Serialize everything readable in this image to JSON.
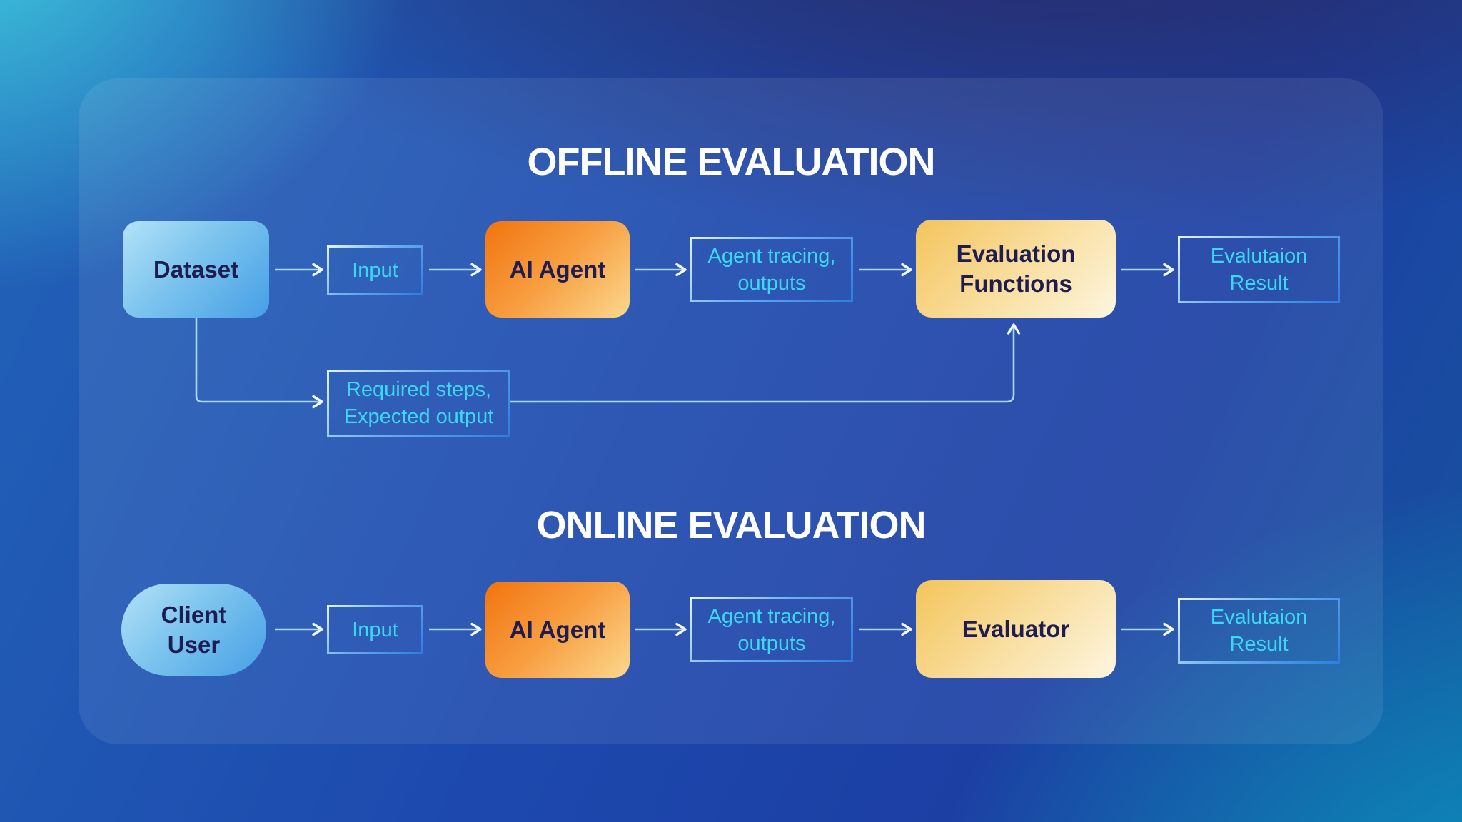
{
  "offline": {
    "title": "OFFLINE EVALUATION",
    "dataset": "Dataset",
    "input": "Input",
    "ai_agent": "AI Agent",
    "agent_tracing": [
      "Agent tracing,",
      "outputs"
    ],
    "eval_functions": [
      "Evaluation",
      "Functions"
    ],
    "eval_result": [
      "Evalutaion",
      "Result"
    ],
    "required_steps": [
      "Required steps,",
      "Expected output"
    ]
  },
  "online": {
    "title": "ONLINE EVALUATION",
    "client_user": [
      "Client",
      "User"
    ],
    "input": "Input",
    "ai_agent": "AI Agent",
    "agent_tracing": [
      "Agent tracing,",
      "outputs"
    ],
    "evaluator": "Evaluator",
    "eval_result": [
      "Evalutaion",
      "Result"
    ]
  },
  "colors": {
    "accent_cyan": "#3bd7f3",
    "text_navy": "#1f1c51",
    "title_white": "#ffffff",
    "node_blue_start": "#b3e2f8",
    "node_blue_end": "#459fe6",
    "node_orange_start": "#f1740e",
    "node_orange_end": "#fbd88e",
    "node_cream_start": "#f4c45c",
    "node_cream_end": "#fdf6e0",
    "outline_border_start": "#e2f3ff",
    "outline_border_end": "#2e7ee2",
    "bg_teal": "#3ec9de",
    "bg_navy": "#2a285f",
    "bg_blue": "#1d49ae",
    "bg_teal_deep": "#0a93bd"
  }
}
